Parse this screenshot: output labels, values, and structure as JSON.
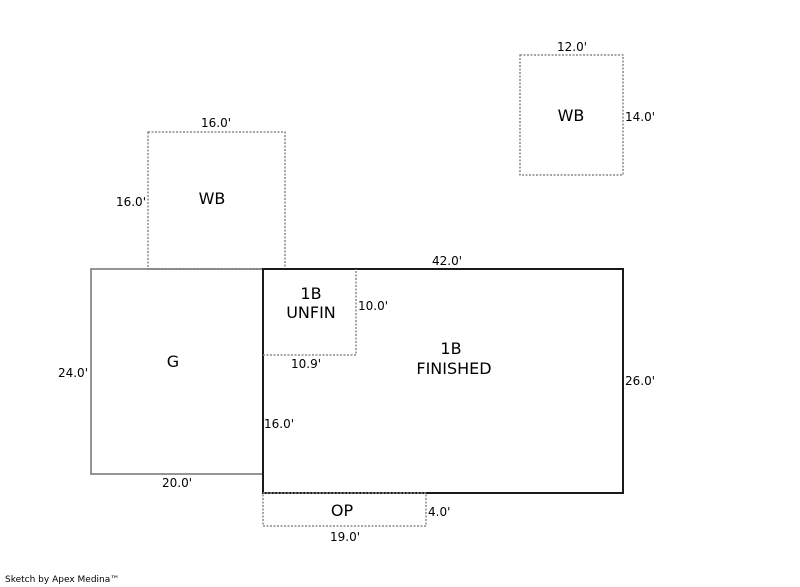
{
  "sketch": {
    "areas": [
      {
        "id": "wb-top-right",
        "label_lines": [
          "WB"
        ],
        "style": "dotted",
        "dimensions": {
          "top": "12.0'",
          "right": "14.0'"
        }
      },
      {
        "id": "wb-left",
        "label_lines": [
          "WB"
        ],
        "style": "dotted",
        "dimensions": {
          "top": "16.0'",
          "left": "16.0'"
        }
      },
      {
        "id": "garage",
        "label_lines": [
          "G"
        ],
        "style": "solid",
        "dimensions": {
          "left": "24.0'",
          "bottom": "20.0'"
        }
      },
      {
        "id": "1b-finished",
        "label_lines": [
          "1B",
          "FINISHED"
        ],
        "style": "solid",
        "dimensions": {
          "top": "42.0'",
          "right": "26.0'",
          "left": "16.0'"
        }
      },
      {
        "id": "1b-unfin",
        "label_lines": [
          "1B",
          "UNFIN"
        ],
        "style": "dotted",
        "dimensions": {
          "right": "10.0'",
          "bottom": "10.9'"
        }
      },
      {
        "id": "open-porch",
        "label_lines": [
          "OP"
        ],
        "style": "dotted",
        "dimensions": {
          "right": "4.0'",
          "bottom": "19.0'"
        }
      }
    ],
    "footer": "Sketch by Apex Medina™"
  }
}
